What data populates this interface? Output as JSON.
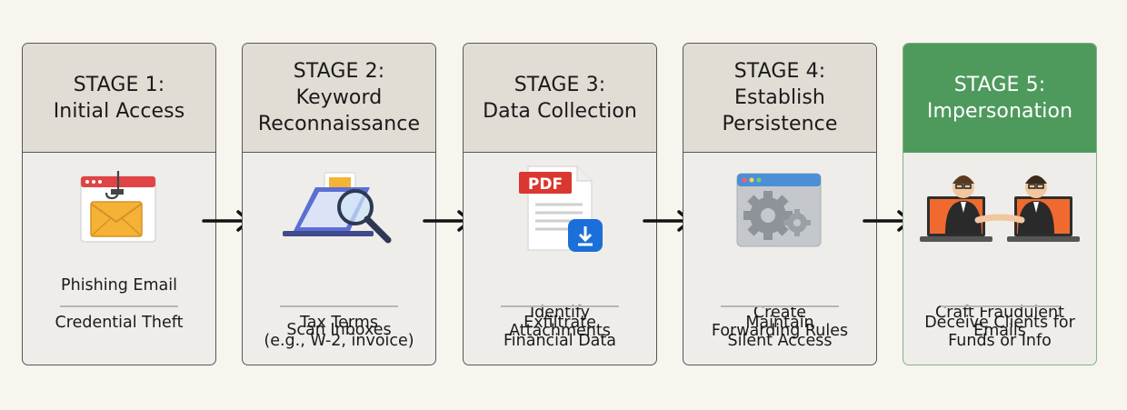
{
  "stages": [
    {
      "title": [
        "STAGE 1:",
        "Initial Access"
      ],
      "top": [
        "Phishing Email"
      ],
      "bottom": [
        "Credential Theft"
      ],
      "icon": "phishing-email-icon"
    },
    {
      "title": [
        "STAGE 2:",
        "Keyword",
        "Reconnaissance"
      ],
      "top": [
        "Scan Inboxes"
      ],
      "bottom": [
        "Tax Terms",
        "(e.g., W-2, invoice)"
      ],
      "icon": "laptop-magnifier-icon"
    },
    {
      "title": [
        "STAGE 3:",
        "Data Collection"
      ],
      "top": [
        "Identify",
        "Attachments"
      ],
      "bottom": [
        "Exfiltrate",
        "Financial Data"
      ],
      "icon": "pdf-download-icon"
    },
    {
      "title": [
        "STAGE 4:",
        "Establish",
        "Persistence"
      ],
      "top": [
        "Create",
        "Forwarding Rules"
      ],
      "bottom": [
        "Maintain",
        "Silent Access"
      ],
      "icon": "settings-gears-window-icon"
    },
    {
      "title": [
        "STAGE 5:",
        "Impersonation"
      ],
      "top": [
        "Craft Fraudulent",
        "Emails"
      ],
      "bottom": [
        "Deceive Clients for",
        "Funds or Info"
      ],
      "icon": "impersonation-handshake-icon"
    }
  ],
  "colors": {
    "active_header": "#4e9a5d",
    "header": "#e1ddd4",
    "card": "#efedea",
    "background": "#f8f5ee"
  },
  "pdf_label": "PDF"
}
